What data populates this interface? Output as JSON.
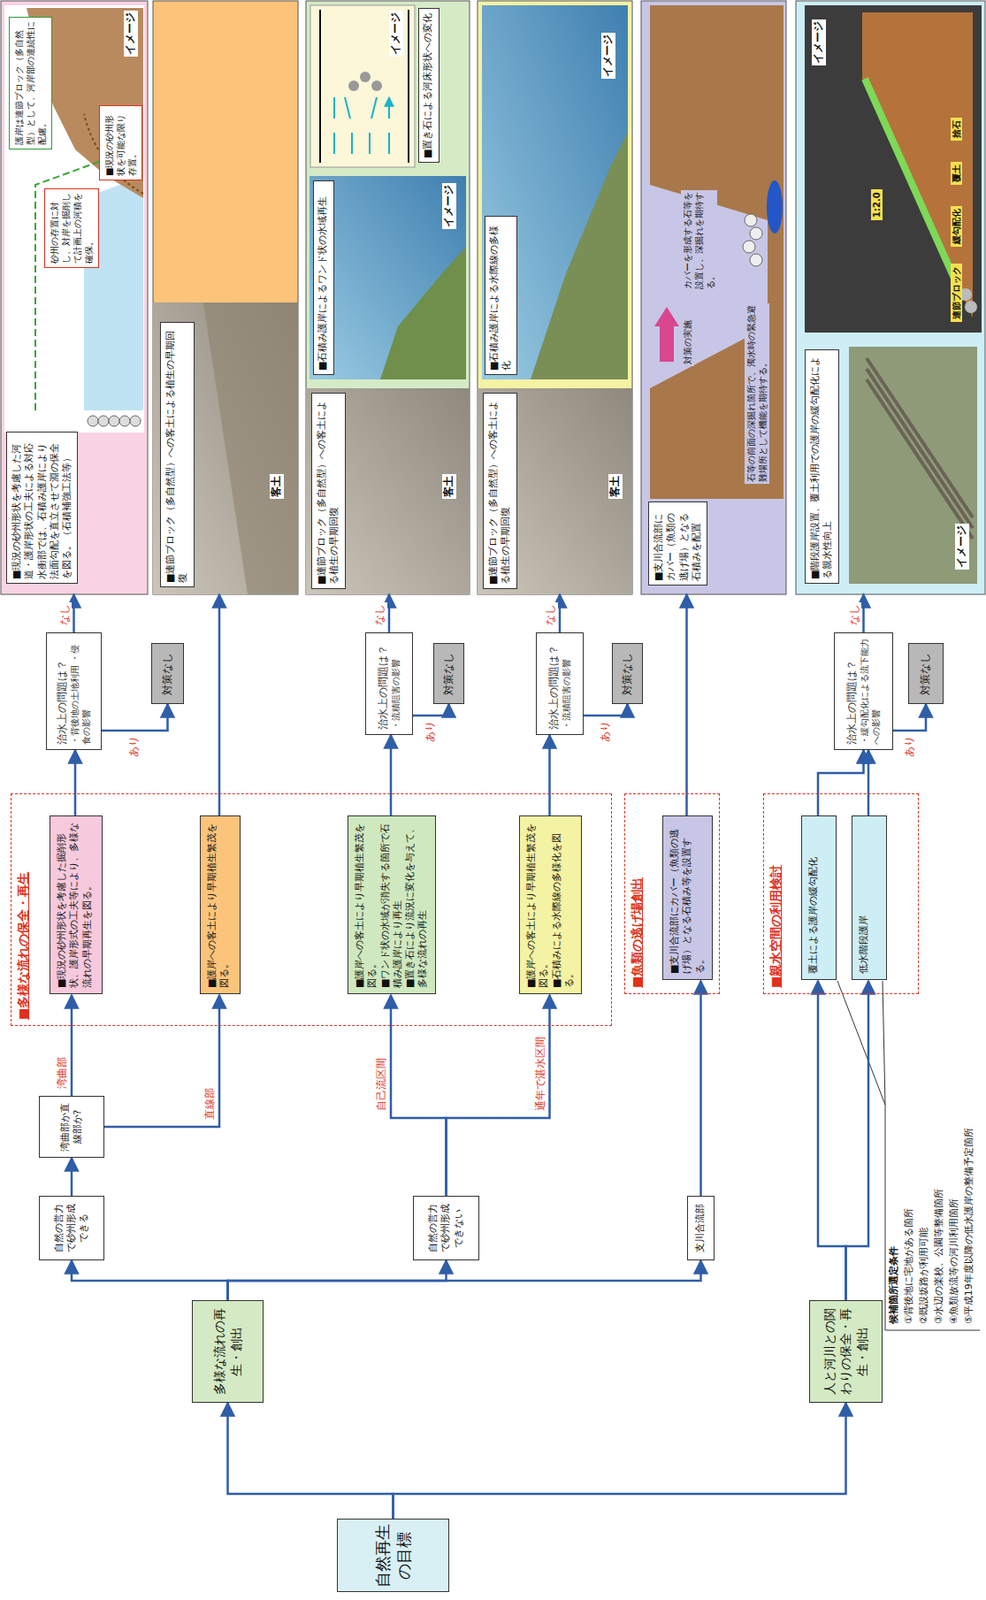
{
  "diagram": {
    "nodes": [
      {
        "text": [
          "自然再生の目標"
        ]
      },
      {
        "text": [
          "多様な流れの再生・創出"
        ]
      },
      {
        "text": [
          "人と河川との関わりの保全・再生・創出"
        ]
      },
      {
        "text": [
          "自然の営力で砂州形成できる"
        ]
      },
      {
        "text": [
          "湾曲部か直線部か?"
        ]
      },
      {
        "text": [
          "自然の営力で砂州形成できない"
        ]
      },
      {
        "text": [
          "支川合流部"
        ]
      },
      {
        "text": [
          "■多様な流れの保全・再生"
        ]
      },
      {
        "text": [
          "■現況の砂州形状を考慮した掘削形状、護岸形式の工夫等により、多様な流れの早期再生を図る。"
        ],
        "in": 7
      },
      {
        "text": [
          "■護岸への客土により早期植生繁茂を図る。"
        ],
        "in": 7
      },
      {
        "text": [
          "■護岸への客土により早期植生繁茂を図る。",
          "■ワンド状の水域が消失する箇所で石積み護岸により再生",
          "■置き石により流況に変化を与えて、多様な流れの再生"
        ],
        "in": 7
      },
      {
        "text": [
          "■護岸への客土により早期植生繁茂を図る。",
          "■石積みによる水際線の多様化を図る。"
        ],
        "in": 7
      },
      {
        "text": [
          "■魚類の逃げ場創出"
        ]
      },
      {
        "text": [
          "■支川合流部にカバー（魚類の逃げ場）となる石積み等を設置する。"
        ],
        "in": 12
      },
      {
        "text": [
          "■親水空間の利用検討"
        ]
      },
      {
        "text": [
          "覆土による護岸の緩勾配化"
        ],
        "in": 14
      },
      {
        "text": [
          "低水階段護岸"
        ],
        "in": 14
      },
      {
        "text": [
          "治水上の問題は？",
          "・背後地の土地利用 ・侵食の影響"
        ]
      },
      {
        "text": [
          "対策なし"
        ]
      },
      {
        "text": [
          "治水上の問題は？",
          "・流積阻害の影響"
        ]
      },
      {
        "text": [
          "対策なし"
        ]
      },
      {
        "text": [
          "治水上の問題は？",
          "・流積阻害の影響"
        ]
      },
      {
        "text": [
          "対策なし"
        ]
      },
      {
        "text": [
          "治水上の問題は？",
          "・緩勾配化による流下能力への影響"
        ]
      },
      {
        "text": [
          "対策なし"
        ]
      },
      {
        "text": [
          "■現況の砂州形状を考慮した河道・護岸形状の工夫による対応",
          "水衝部では、石積み護岸により法面勾配を直立させて淵の保全を図る。（石積補強工法等）"
        ]
      },
      {
        "text": [
          "砂州の存置に対し、対岸を掘削して計画上の河積を確保。"
        ],
        "in": 25
      },
      {
        "text": [
          "■現況の砂州形状を可能な限り存置。"
        ],
        "in": 25
      },
      {
        "text": [
          "護岸は連節ブロック（多自然型）として、河岸部の連続性に配慮。"
        ],
        "in": 25
      },
      {
        "text": [
          "■連節ブロック（多自然型）への客土による植生の早期回復"
        ]
      },
      {
        "text": [
          "■連節ブロック（多自然型）への客土による植生の早期回復"
        ]
      },
      {
        "text": [
          "■石積み護岸によるワンド状の水域再生"
        ],
        "in": 30
      },
      {
        "text": [
          "■置き石による河床形状への変化"
        ],
        "in": 30
      },
      {
        "text": [
          "■連節ブロック（多自然型）への客土による植生の早期回復"
        ]
      },
      {
        "text": [
          "■石積み護岸による水際線の多様化"
        ],
        "in": 33
      },
      {
        "text": [
          "■支川合流部にカバー（魚類の逃げ場）となる石積みを配置"
        ]
      },
      {
        "text": [
          "■階段護岸設置、覆土利用での護岸の緩勾配化による親水性向上"
        ]
      }
    ],
    "edges": [
      {
        "from": 0,
        "to": 1,
        "arrow": "to"
      },
      {
        "from": 0,
        "to": 2,
        "arrow": "to"
      },
      {
        "from": 1,
        "to": 3,
        "arrow": "to"
      },
      {
        "from": 1,
        "to": 5,
        "arrow": "to"
      },
      {
        "from": 1,
        "to": 6,
        "arrow": "to"
      },
      {
        "from": 3,
        "to": 4,
        "arrow": "to"
      },
      {
        "from": 4,
        "to": 8,
        "label": "湾曲部",
        "arrow": "to"
      },
      {
        "from": 4,
        "to": 9,
        "label": "直線部",
        "arrow": "to"
      },
      {
        "from": 5,
        "to": 10,
        "label": "自己流区間",
        "arrow": "to"
      },
      {
        "from": 5,
        "to": 11,
        "label": "通年で湛水区間",
        "arrow": "to"
      },
      {
        "from": 6,
        "to": 13,
        "arrow": "to"
      },
      {
        "from": 2,
        "to": 15,
        "arrow": "to"
      },
      {
        "from": 2,
        "to": 16,
        "arrow": "to"
      },
      {
        "from": 8,
        "to": 17,
        "arrow": "to"
      },
      {
        "from": 17,
        "to": 25,
        "label": "なし",
        "arrow": "to"
      },
      {
        "from": 17,
        "to": 18,
        "label": "あり",
        "arrow": "to"
      },
      {
        "from": 9,
        "to": 29,
        "arrow": "to"
      },
      {
        "from": 10,
        "to": 19,
        "arrow": "to"
      },
      {
        "from": 19,
        "to": 30,
        "label": "なし",
        "arrow": "to"
      },
      {
        "from": 19,
        "to": 20,
        "label": "あり",
        "arrow": "to"
      },
      {
        "from": 11,
        "to": 21,
        "arrow": "to"
      },
      {
        "from": 21,
        "to": 33,
        "label": "なし",
        "arrow": "to"
      },
      {
        "from": 21,
        "to": 22,
        "label": "あり",
        "arrow": "to"
      },
      {
        "from": 13,
        "to": 35,
        "arrow": "to"
      },
      {
        "from": 15,
        "to": 23,
        "arrow": "to"
      },
      {
        "from": 16,
        "to": 23,
        "arrow": "to"
      },
      {
        "from": 23,
        "to": 36,
        "label": "なし",
        "arrow": "to"
      },
      {
        "from": 23,
        "to": 24,
        "label": "あり",
        "arrow": "to"
      }
    ],
    "labels": [
      "候補箇所選定条件",
      "①背後地に宅地がある箇所",
      "②既設坂路が利用可能",
      "③水辺の楽校、公園等整備箇所",
      "④魚類放流等の河川利用箇所",
      "⑤平成19年度以降の低水護岸の整備予定箇所",
      "イメージ",
      "客土",
      "客土",
      "イメージ",
      "イメージ",
      "客土",
      "イメージ",
      "対策の実施",
      "石等の前面の深掘れ箇所で、濁水時の緊急避難場所として機能を期待する。",
      "カバーを形成する石等を設置し、深掘れを期待する。",
      "イメージ",
      "イメージ",
      "連節ブロック",
      "覆土",
      "緩勾配化",
      "捨石",
      "1:2.0"
    ]
  }
}
